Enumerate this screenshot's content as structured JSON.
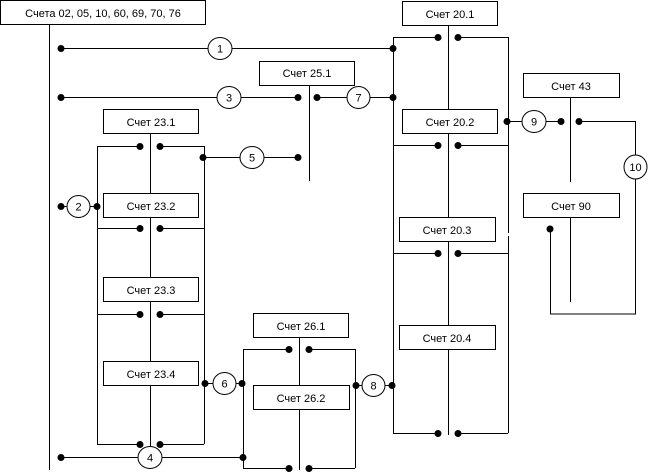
{
  "diagram": {
    "type": "accounting-flow",
    "colors": {
      "line": "#000000",
      "box_fill": "#ffffff",
      "dot": "#000000"
    },
    "accounts": [
      {
        "id": "src",
        "label": "Счета 02, 05, 10, 60, 69, 70, 76"
      },
      {
        "id": "20_1",
        "label": "Счет 20.1"
      },
      {
        "id": "25_1",
        "label": "Счет 25.1"
      },
      {
        "id": "43",
        "label": "Счет 43"
      },
      {
        "id": "20_2",
        "label": "Счет 20.2"
      },
      {
        "id": "23_1",
        "label": "Счет 23.1"
      },
      {
        "id": "23_2",
        "label": "Счет 23.2"
      },
      {
        "id": "20_3",
        "label": "Счет 20.3"
      },
      {
        "id": "90",
        "label": "Счет 90"
      },
      {
        "id": "23_3",
        "label": "Счет 23.3"
      },
      {
        "id": "26_1",
        "label": "Счет 26.1"
      },
      {
        "id": "20_4",
        "label": "Счет 20.4"
      },
      {
        "id": "23_4",
        "label": "Счет 23.4"
      },
      {
        "id": "26_2",
        "label": "Счет 26.2"
      }
    ],
    "flows": [
      {
        "id": "1",
        "label": "1",
        "from": "src",
        "to": "20"
      },
      {
        "id": "2",
        "label": "2",
        "from": "src",
        "to": "23"
      },
      {
        "id": "3",
        "label": "3",
        "from": "src",
        "to": "25_1"
      },
      {
        "id": "4",
        "label": "4",
        "from": "src",
        "to": "26"
      },
      {
        "id": "5",
        "label": "5",
        "from": "23",
        "to": "25_1"
      },
      {
        "id": "6",
        "label": "6",
        "from": "23",
        "to": "26"
      },
      {
        "id": "7",
        "label": "7",
        "from": "25_1",
        "to": "20"
      },
      {
        "id": "8",
        "label": "8",
        "from": "26",
        "to": "20"
      },
      {
        "id": "9",
        "label": "9",
        "from": "20",
        "to": "43"
      },
      {
        "id": "10",
        "label": "10",
        "from": "43",
        "to": "90"
      }
    ]
  }
}
